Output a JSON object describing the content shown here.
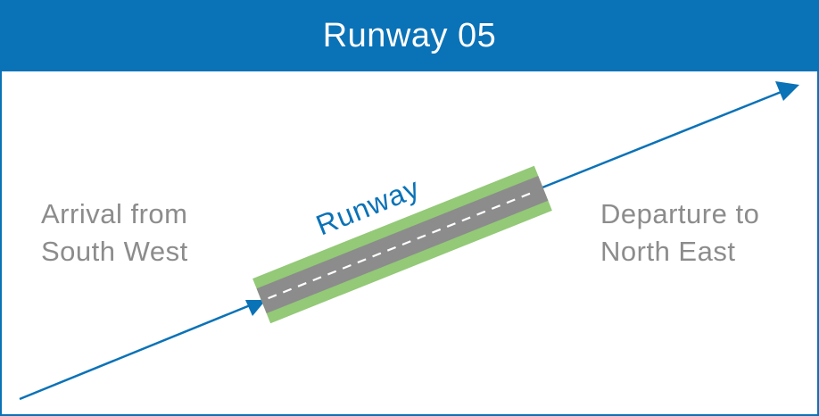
{
  "header": {
    "title": "Runway 05"
  },
  "diagram": {
    "runway_label": "Runway",
    "arrival": {
      "line1": "Arrival from",
      "line2": "South West"
    },
    "departure": {
      "line1": "Departure to",
      "line2": "North East"
    }
  },
  "colors": {
    "accent": "#0a72b7",
    "grass": "#93c977",
    "tarmac": "#8c8c8c",
    "text_muted": "#8c8c8c"
  },
  "icons": [
    "arrow-head-icon"
  ]
}
